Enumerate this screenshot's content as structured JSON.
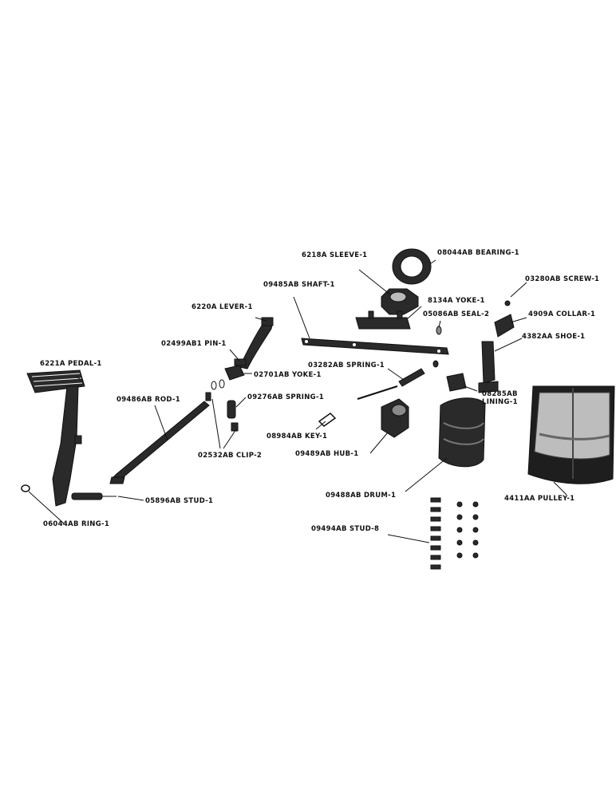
{
  "labels": {
    "sleeve": "6218A SLEEVE-1",
    "bearing": "08044AB BEARING-1",
    "shaft": "09485AB SHAFT-1",
    "yoke_upper": "8134A YOKE-1",
    "screw": "03280AB SCREW-1",
    "lever": "6220A LEVER-1",
    "seal": "05086AB SEAL-2",
    "collar": "4909A COLLAR-1",
    "shoe": "4382AA SHOE-1",
    "pin": "02499AB1 PIN-1",
    "spring_upper": "03282AB SPRING-1",
    "pedal": "6221A PEDAL-1",
    "yoke_lower": "02701AB YOKE-1",
    "lining_code": "08285AB",
    "lining_name": "LINING-1",
    "rod": "09486AB ROD-1",
    "spring_lower": "09276AB SPRING-1",
    "key": "08984AB KEY-1",
    "clip": "02532AB CLIP-2",
    "hub": "09489AB HUB-1",
    "drum": "09488AB DRUM-1",
    "stud_pedal": "05896AB STUD-1",
    "pulley": "4411AA PULLEY-1",
    "ring": "06044AB RING-1",
    "studs": "09494AB STUD-8"
  }
}
